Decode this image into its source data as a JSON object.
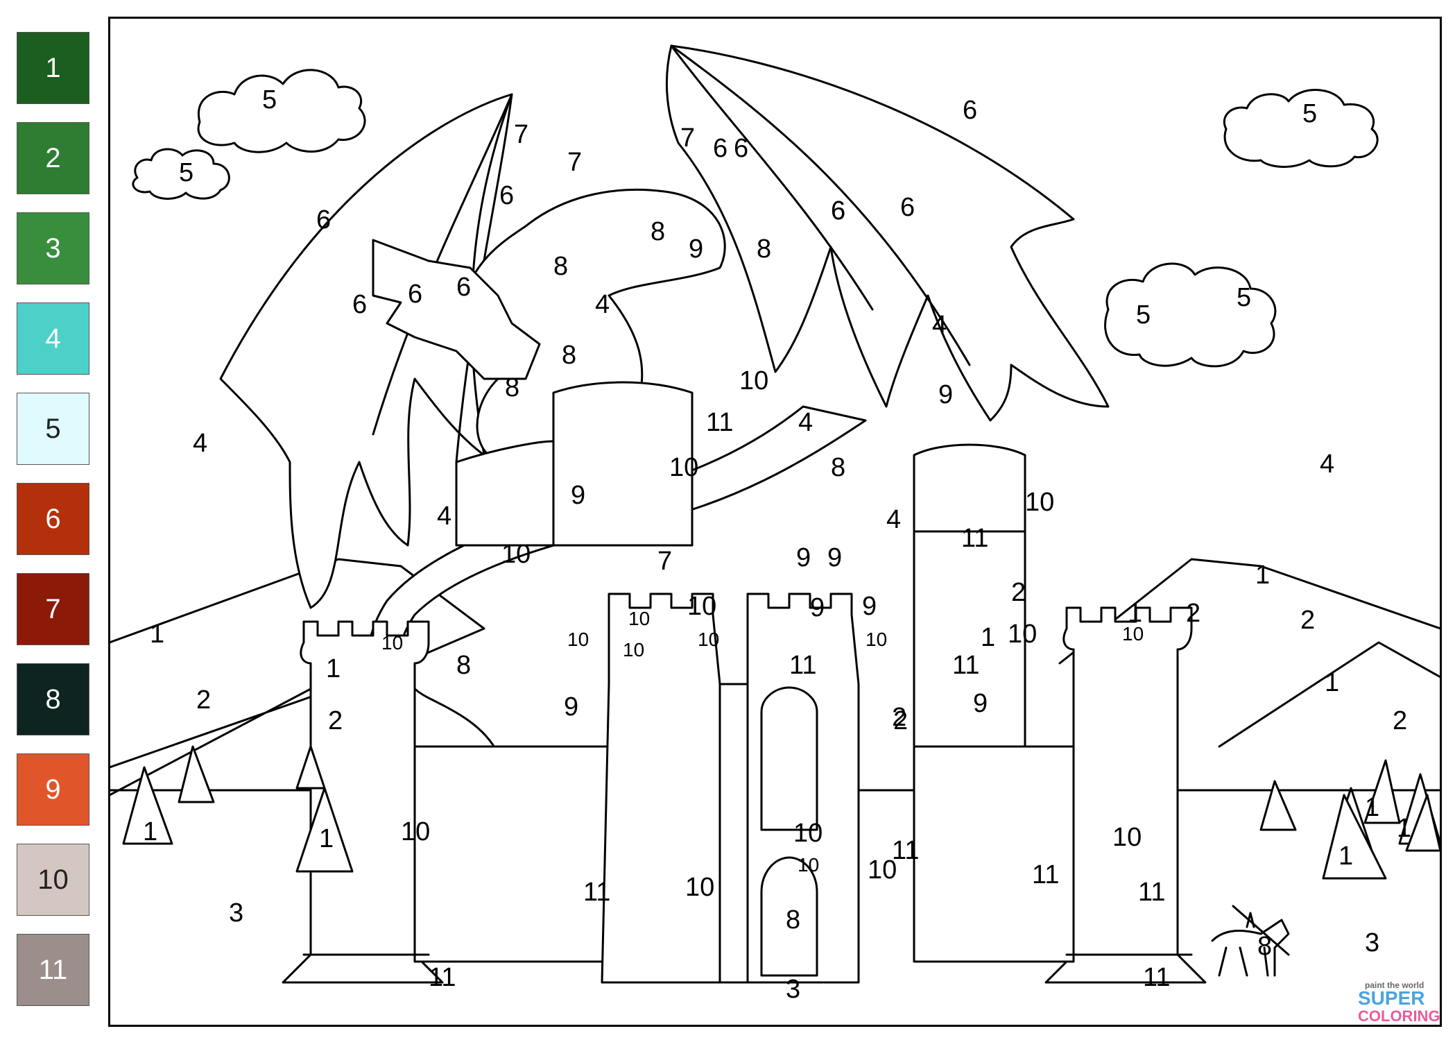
{
  "palette": [
    {
      "label": "1",
      "color": "#1b5e20"
    },
    {
      "label": "2",
      "color": "#2e7d32"
    },
    {
      "label": "3",
      "color": "#388e3c"
    },
    {
      "label": "4",
      "color": "#4dd0c8"
    },
    {
      "label": "5",
      "color": "#e0fbfd"
    },
    {
      "label": "6",
      "color": "#b3300a"
    },
    {
      "label": "7",
      "color": "#8b1a08"
    },
    {
      "label": "8",
      "color": "#0d2420"
    },
    {
      "label": "9",
      "color": "#e0562a"
    },
    {
      "label": "10",
      "color": "#d4c7c2"
    },
    {
      "label": "11",
      "color": "#9b8e8b"
    }
  ],
  "region_numbers": [
    "5",
    "5",
    "5",
    "5",
    "5",
    "6",
    "6",
    "6",
    "6",
    "6",
    "6",
    "6",
    "6",
    "6",
    "6",
    "6",
    "7",
    "7",
    "7",
    "7",
    "8",
    "8",
    "8",
    "8",
    "8",
    "8",
    "8",
    "8",
    "8",
    "9",
    "9",
    "9",
    "9",
    "9",
    "9",
    "9",
    "9",
    "9",
    "4",
    "4",
    "4",
    "4",
    "4",
    "4",
    "4",
    "4",
    "10",
    "10",
    "10",
    "10",
    "10",
    "10",
    "10",
    "10",
    "10",
    "10",
    "10",
    "10",
    "10",
    "10",
    "10",
    "10",
    "10",
    "10",
    "10",
    "11",
    "11",
    "11",
    "11",
    "11",
    "11",
    "11",
    "11",
    "11",
    "11",
    "1",
    "1",
    "1",
    "1",
    "1",
    "1",
    "1",
    "1",
    "1",
    "1",
    "1",
    "2",
    "2",
    "2",
    "2",
    "2",
    "2",
    "2",
    "2",
    "3",
    "3",
    "3"
  ],
  "logo": {
    "tagline": "paint the world",
    "line1": "SUPER",
    "line2": "COLORING"
  }
}
